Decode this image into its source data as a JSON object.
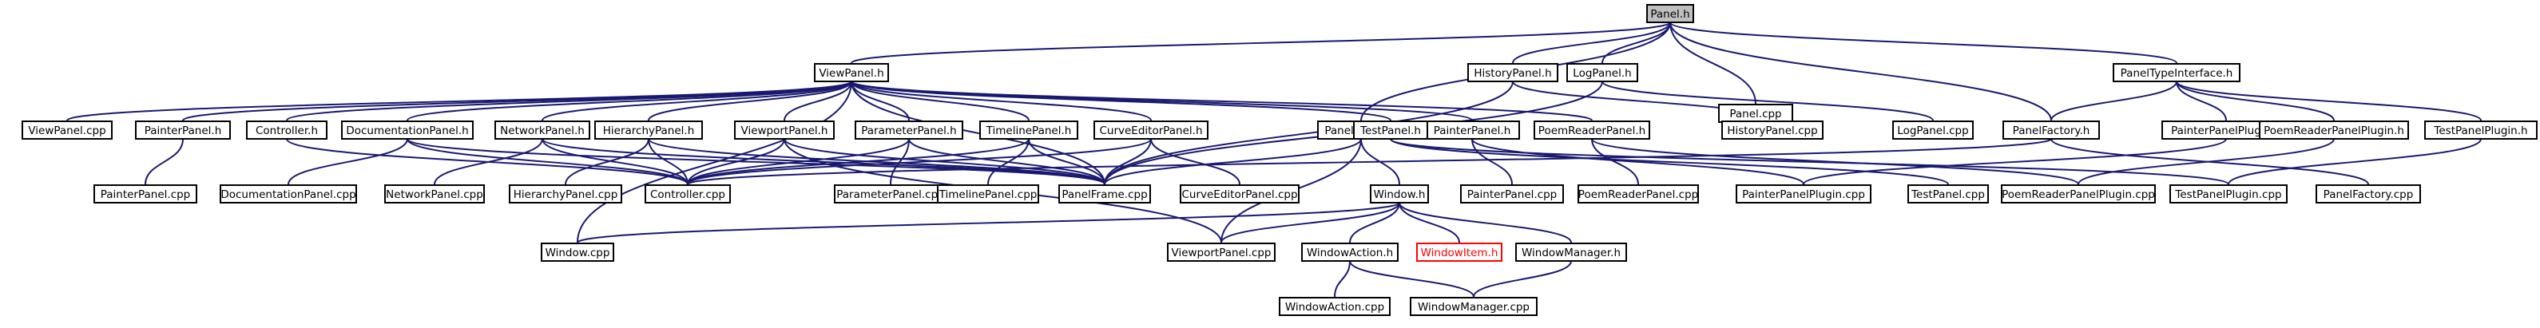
{
  "colors": {
    "edge": "#191970",
    "node_border": "#000000",
    "current_fill": "#bfbfbf",
    "missing_border": "#ff0000"
  },
  "nodes": [
    {
      "id": "Panel.h",
      "label": "Panel.h",
      "current": true
    },
    {
      "id": "ViewPanel.h",
      "label": "ViewPanel.h"
    },
    {
      "id": "HistoryPanel.h",
      "label": "HistoryPanel.h"
    },
    {
      "id": "LogPanel.h",
      "label": "LogPanel.h"
    },
    {
      "id": "Panel.cpp",
      "label": "Panel.cpp"
    },
    {
      "id": "PanelTypeInterface.h",
      "label": "PanelTypeInterface.h"
    },
    {
      "id": "ViewPanel.cpp",
      "label": "ViewPanel.cpp"
    },
    {
      "id": "PainterPanel.h",
      "label": "PainterPanel.h"
    },
    {
      "id": "Controller.h",
      "label": "Controller.h"
    },
    {
      "id": "DocumentationPanel.h",
      "label": "DocumentationPanel.h"
    },
    {
      "id": "NetworkPanel.h",
      "label": "NetworkPanel.h"
    },
    {
      "id": "HierarchyPanel.h",
      "label": "HierarchyPanel.h"
    },
    {
      "id": "ViewportPanel.h",
      "label": "ViewportPanel.h"
    },
    {
      "id": "ParameterPanel.h",
      "label": "ParameterPanel.h"
    },
    {
      "id": "TimelinePanel.h",
      "label": "TimelinePanel.h"
    },
    {
      "id": "CurveEditorPanel.h",
      "label": "CurveEditorPanel.h"
    },
    {
      "id": "PanelFrame.h",
      "label": "PanelFrame.h"
    },
    {
      "id": "PainterPanel.h#2",
      "label": "PainterPanel.h"
    },
    {
      "id": "PoemReaderPanel.h",
      "label": "PoemReaderPanel.h"
    },
    {
      "id": "TestPanel.h",
      "label": "TestPanel.h"
    },
    {
      "id": "HistoryPanel.cpp",
      "label": "HistoryPanel.cpp"
    },
    {
      "id": "LogPanel.cpp",
      "label": "LogPanel.cpp"
    },
    {
      "id": "PanelFactory.h",
      "label": "PanelFactory.h"
    },
    {
      "id": "PainterPanelPlugin.h",
      "label": "PainterPanelPlugin.h"
    },
    {
      "id": "PoemReaderPanelPlugin.h",
      "label": "PoemReaderPanelPlugin.h"
    },
    {
      "id": "TestPanelPlugin.h",
      "label": "TestPanelPlugin.h"
    },
    {
      "id": "PainterPanel.cpp",
      "label": "PainterPanel.cpp"
    },
    {
      "id": "DocumentationPanel.cpp",
      "label": "DocumentationPanel.cpp"
    },
    {
      "id": "NetworkPanel.cpp",
      "label": "NetworkPanel.cpp"
    },
    {
      "id": "HierarchyPanel.cpp",
      "label": "HierarchyPanel.cpp"
    },
    {
      "id": "Controller.cpp",
      "label": "Controller.cpp"
    },
    {
      "id": "ParameterPanel.cpp",
      "label": "ParameterPanel.cpp"
    },
    {
      "id": "TimelinePanel.cpp",
      "label": "TimelinePanel.cpp"
    },
    {
      "id": "PanelFrame.cpp",
      "label": "PanelFrame.cpp"
    },
    {
      "id": "CurveEditorPanel.cpp",
      "label": "CurveEditorPanel.cpp"
    },
    {
      "id": "Window.h",
      "label": "Window.h"
    },
    {
      "id": "PainterPanel.cpp#2",
      "label": "PainterPanel.cpp"
    },
    {
      "id": "PoemReaderPanel.cpp",
      "label": "PoemReaderPanel.cpp"
    },
    {
      "id": "PainterPanelPlugin.cpp",
      "label": "PainterPanelPlugin.cpp"
    },
    {
      "id": "TestPanel.cpp",
      "label": "TestPanel.cpp"
    },
    {
      "id": "PoemReaderPanelPlugin.cpp",
      "label": "PoemReaderPanelPlugin.cpp"
    },
    {
      "id": "TestPanelPlugin.cpp",
      "label": "TestPanelPlugin.cpp"
    },
    {
      "id": "PanelFactory.cpp",
      "label": "PanelFactory.cpp"
    },
    {
      "id": "Window.cpp",
      "label": "Window.cpp"
    },
    {
      "id": "ViewportPanel.cpp",
      "label": "ViewportPanel.cpp"
    },
    {
      "id": "WindowAction.h",
      "label": "WindowAction.h"
    },
    {
      "id": "WindowItem.h",
      "label": "WindowItem.h",
      "missing": true
    },
    {
      "id": "WindowManager.h",
      "label": "WindowManager.h"
    },
    {
      "id": "WindowAction.cpp",
      "label": "WindowAction.cpp"
    },
    {
      "id": "WindowManager.cpp",
      "label": "WindowManager.cpp"
    }
  ],
  "edges": [
    [
      "Panel.h",
      "ViewPanel.h"
    ],
    [
      "Panel.h",
      "HistoryPanel.h"
    ],
    [
      "Panel.h",
      "LogPanel.h"
    ],
    [
      "Panel.h",
      "Panel.cpp"
    ],
    [
      "Panel.h",
      "PanelTypeInterface.h"
    ],
    [
      "Panel.h",
      "PanelFactory.h"
    ],
    [
      "Panel.h",
      "PanelFrame.h"
    ],
    [
      "ViewPanel.h",
      "ViewPanel.cpp"
    ],
    [
      "ViewPanel.h",
      "PainterPanel.h"
    ],
    [
      "ViewPanel.h",
      "Controller.h"
    ],
    [
      "ViewPanel.h",
      "DocumentationPanel.h"
    ],
    [
      "ViewPanel.h",
      "NetworkPanel.h"
    ],
    [
      "ViewPanel.h",
      "HierarchyPanel.h"
    ],
    [
      "ViewPanel.h",
      "ViewportPanel.h"
    ],
    [
      "ViewPanel.h",
      "ParameterPanel.h"
    ],
    [
      "ViewPanel.h",
      "TimelinePanel.h"
    ],
    [
      "ViewPanel.h",
      "CurveEditorPanel.h"
    ],
    [
      "ViewPanel.h",
      "PainterPanel.h#2"
    ],
    [
      "ViewPanel.h",
      "PoemReaderPanel.h"
    ],
    [
      "ViewPanel.h",
      "TestPanel.h"
    ],
    [
      "ViewPanel.h",
      "PanelFrame.cpp"
    ],
    [
      "ViewPanel.h",
      "Window.cpp"
    ],
    [
      "HistoryPanel.h",
      "HistoryPanel.cpp"
    ],
    [
      "HistoryPanel.h",
      "PanelFrame.cpp"
    ],
    [
      "LogPanel.h",
      "LogPanel.cpp"
    ],
    [
      "LogPanel.h",
      "PanelFrame.cpp"
    ],
    [
      "PanelTypeInterface.h",
      "PanelFactory.h"
    ],
    [
      "PanelTypeInterface.h",
      "PainterPanelPlugin.h"
    ],
    [
      "PanelTypeInterface.h",
      "PoemReaderPanelPlugin.h"
    ],
    [
      "PanelTypeInterface.h",
      "TestPanelPlugin.h"
    ],
    [
      "PainterPanel.h",
      "PainterPanel.cpp"
    ],
    [
      "Controller.h",
      "Controller.cpp"
    ],
    [
      "DocumentationPanel.h",
      "DocumentationPanel.cpp"
    ],
    [
      "DocumentationPanel.h",
      "Controller.cpp"
    ],
    [
      "DocumentationPanel.h",
      "PanelFrame.cpp"
    ],
    [
      "NetworkPanel.h",
      "NetworkPanel.cpp"
    ],
    [
      "NetworkPanel.h",
      "Controller.cpp"
    ],
    [
      "NetworkPanel.h",
      "PanelFrame.cpp"
    ],
    [
      "HierarchyPanel.h",
      "HierarchyPanel.cpp"
    ],
    [
      "HierarchyPanel.h",
      "Controller.cpp"
    ],
    [
      "HierarchyPanel.h",
      "PanelFrame.cpp"
    ],
    [
      "ViewportPanel.h",
      "ViewportPanel.cpp"
    ],
    [
      "ViewportPanel.h",
      "Controller.cpp"
    ],
    [
      "ViewportPanel.h",
      "PanelFrame.cpp"
    ],
    [
      "ParameterPanel.h",
      "ParameterPanel.cpp"
    ],
    [
      "ParameterPanel.h",
      "Controller.cpp"
    ],
    [
      "ParameterPanel.h",
      "PanelFrame.cpp"
    ],
    [
      "TimelinePanel.h",
      "TimelinePanel.cpp"
    ],
    [
      "TimelinePanel.h",
      "Controller.cpp"
    ],
    [
      "TimelinePanel.h",
      "PanelFrame.cpp"
    ],
    [
      "CurveEditorPanel.h",
      "CurveEditorPanel.cpp"
    ],
    [
      "CurveEditorPanel.h",
      "Controller.cpp"
    ],
    [
      "CurveEditorPanel.h",
      "PanelFrame.cpp"
    ],
    [
      "PanelFrame.h",
      "PanelFrame.cpp"
    ],
    [
      "PanelFrame.h",
      "Window.h"
    ],
    [
      "PanelFrame.h",
      "ViewportPanel.cpp"
    ],
    [
      "PainterPanel.h#2",
      "PainterPanel.cpp#2"
    ],
    [
      "PainterPanel.h#2",
      "PainterPanelPlugin.cpp"
    ],
    [
      "PoemReaderPanel.h",
      "PoemReaderPanel.cpp"
    ],
    [
      "PoemReaderPanel.h",
      "PoemReaderPanelPlugin.cpp"
    ],
    [
      "TestPanel.h",
      "TestPanel.cpp"
    ],
    [
      "TestPanel.h",
      "TestPanelPlugin.cpp"
    ],
    [
      "PanelFactory.h",
      "PanelFactory.cpp"
    ],
    [
      "PanelFactory.h",
      "Controller.cpp"
    ],
    [
      "PainterPanelPlugin.h",
      "PainterPanelPlugin.cpp"
    ],
    [
      "PoemReaderPanelPlugin.h",
      "PoemReaderPanelPlugin.cpp"
    ],
    [
      "TestPanelPlugin.h",
      "TestPanelPlugin.cpp"
    ],
    [
      "Window.h",
      "Window.cpp"
    ],
    [
      "Window.h",
      "ViewportPanel.cpp"
    ],
    [
      "Window.h",
      "WindowAction.h"
    ],
    [
      "Window.h",
      "WindowItem.h"
    ],
    [
      "Window.h",
      "WindowManager.h"
    ],
    [
      "WindowAction.h",
      "WindowAction.cpp"
    ],
    [
      "WindowAction.h",
      "WindowManager.cpp"
    ],
    [
      "WindowManager.h",
      "WindowManager.cpp"
    ]
  ]
}
